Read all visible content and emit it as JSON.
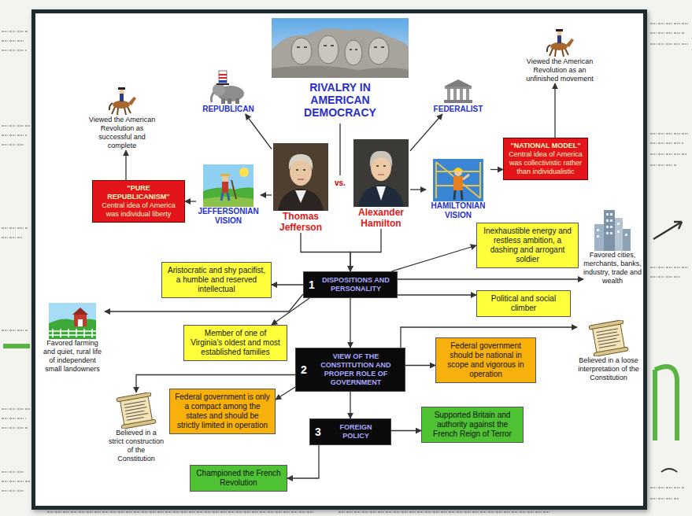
{
  "diagram": {
    "title": "RIVALRY IN AMERICAN DEMOCRACY",
    "nodes": [
      {
        "text": [
          "REPUBLICAN"
        ]
      },
      {
        "text": [
          "Viewed the American Revolution as successful and complete"
        ]
      },
      {
        "text": [
          "\"PURE REPUBLICANISM\"",
          "Central idea of America was individual liberty"
        ]
      },
      {
        "text": [
          "JEFFERSONIAN VISION"
        ]
      },
      {
        "text": [
          "Thomas Jefferson"
        ]
      },
      {
        "text": [
          "Alexander Hamilton"
        ]
      },
      {
        "text": [
          "FEDERALIST"
        ]
      },
      {
        "text": [
          "HAMILTONIAN VISION"
        ]
      },
      {
        "text": [
          "\"NATIONAL MODEL\"",
          "Central idea of America was collectivistic rather than individualistic"
        ]
      },
      {
        "text": [
          "Viewed the American Revolution as an unfinished movement"
        ]
      },
      {
        "text": [
          "Aristocratic and shy pacifist, a humble and reserved intellectual"
        ]
      },
      {
        "text": [
          "1",
          "DISPOSITIONS AND PERSONALITY"
        ]
      },
      {
        "text": [
          "Inexhaustible energy and restless ambition, a dashing and arrogant soldier"
        ]
      },
      {
        "text": [
          "Political and social climber"
        ]
      },
      {
        "text": [
          "Favored cities, merchants, banks, industry, trade and wealth"
        ]
      },
      {
        "text": [
          "Member of one of Virginia's oldest and most established families"
        ]
      },
      {
        "text": [
          "Favored farming and quiet, rural life of independent small landowners"
        ]
      },
      {
        "text": [
          "Believed in a loose interpretation of the Constitution"
        ]
      },
      {
        "text": [
          "2",
          "VIEW OF THE CONSTITUTION AND PROPER ROLE OF GOVERNMENT"
        ]
      },
      {
        "text": [
          "Federal government should be national in scope and vigorous in operation"
        ]
      },
      {
        "text": [
          "Believed in a strict construction of the Constitution"
        ]
      },
      {
        "text": [
          "Federal government is only a compact among the states and should be strictly limited in operation"
        ]
      },
      {
        "text": [
          "Supported Britain and authority against the French Reign of Terror"
        ]
      },
      {
        "text": [
          "3",
          "FOREIGN POLICY"
        ]
      },
      {
        "text": [
          "Championed the French Revolution"
        ]
      }
    ],
    "edges": [
      {
        "from": 4,
        "to": 0,
        "arrow": "to"
      },
      {
        "from": 4,
        "to": 3,
        "arrow": "to"
      },
      {
        "from": 3,
        "to": 2,
        "arrow": "to"
      },
      {
        "from": 2,
        "to": 1,
        "arrow": "to"
      },
      {
        "from": 5,
        "to": 6,
        "arrow": "to"
      },
      {
        "from": 5,
        "to": 7,
        "arrow": "to"
      },
      {
        "from": 7,
        "to": 8,
        "arrow": "to"
      },
      {
        "from": 8,
        "to": 9,
        "arrow": "to"
      },
      {
        "from": 4,
        "to": 11,
        "arrow": "to"
      },
      {
        "from": 5,
        "to": 11,
        "arrow": "to"
      },
      {
        "from": 11,
        "to": 10,
        "arrow": "to"
      },
      {
        "from": 11,
        "to": 12,
        "arrow": "to"
      },
      {
        "from": 11,
        "to": 13,
        "arrow": "to"
      },
      {
        "from": 11,
        "to": 14,
        "arrow": "to"
      },
      {
        "from": 11,
        "to": 15,
        "arrow": "to"
      },
      {
        "from": 11,
        "to": 16,
        "arrow": "to"
      },
      {
        "from": 11,
        "to": 18,
        "arrow": "to"
      },
      {
        "from": 18,
        "to": 19,
        "arrow": "to"
      },
      {
        "from": 18,
        "to": 17,
        "arrow": "to"
      },
      {
        "from": 18,
        "to": 20,
        "arrow": "to"
      },
      {
        "from": 18,
        "to": 21,
        "arrow": "to"
      },
      {
        "from": 18,
        "to": 23,
        "arrow": "to"
      },
      {
        "from": 23,
        "to": 22,
        "arrow": "to"
      },
      {
        "from": 23,
        "to": 24,
        "arrow": "to"
      }
    ],
    "labels": [
      "vs."
    ]
  }
}
